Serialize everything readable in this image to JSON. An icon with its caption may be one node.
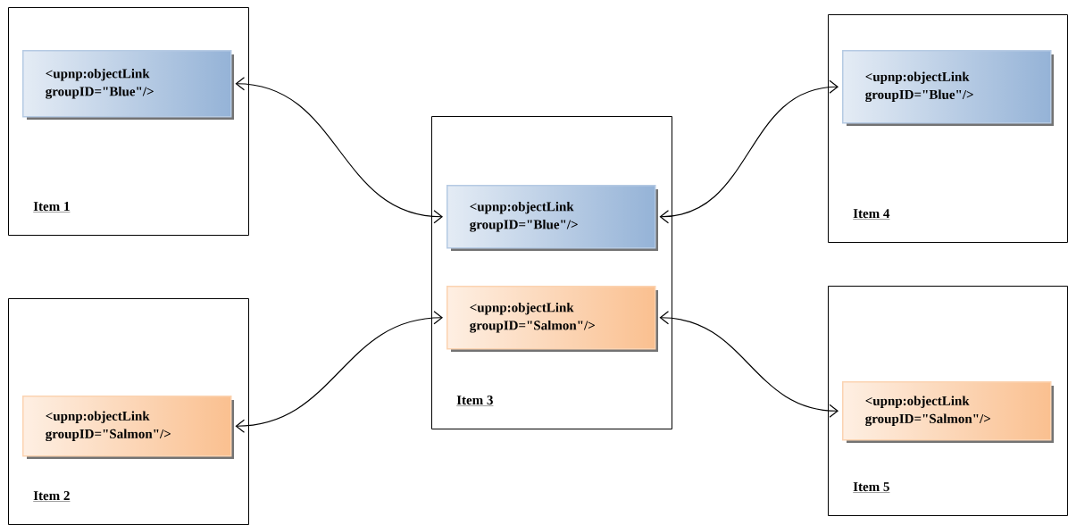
{
  "diagram": {
    "nodes": [
      {
        "text": [
          "Item 1"
        ]
      },
      {
        "text": [
          "<upnp:objectLink groupID=\"Blue\"/>"
        ],
        "in": 0
      },
      {
        "text": [
          "Item 2"
        ]
      },
      {
        "text": [
          "<upnp:objectLink groupID=\"Salmon\"/>"
        ],
        "in": 2
      },
      {
        "text": [
          "Item 3"
        ]
      },
      {
        "text": [
          "<upnp:objectLink groupID=\"Blue\"/>"
        ],
        "in": 4
      },
      {
        "text": [
          "<upnp:objectLink groupID=\"Salmon\"/>"
        ],
        "in": 4
      },
      {
        "text": [
          "Item 4"
        ]
      },
      {
        "text": [
          "<upnp:objectLink groupID=\"Blue\"/>"
        ],
        "in": 7
      },
      {
        "text": [
          "Item 5"
        ]
      },
      {
        "text": [
          "<upnp:objectLink groupID=\"Salmon\"/>"
        ],
        "in": 9
      }
    ],
    "edges": [
      {
        "from": 1,
        "to": 5,
        "arrow": "both"
      },
      {
        "from": 3,
        "to": 6,
        "arrow": "both"
      },
      {
        "from": 8,
        "to": 5,
        "arrow": "both"
      },
      {
        "from": 10,
        "to": 6,
        "arrow": "both"
      }
    ]
  }
}
